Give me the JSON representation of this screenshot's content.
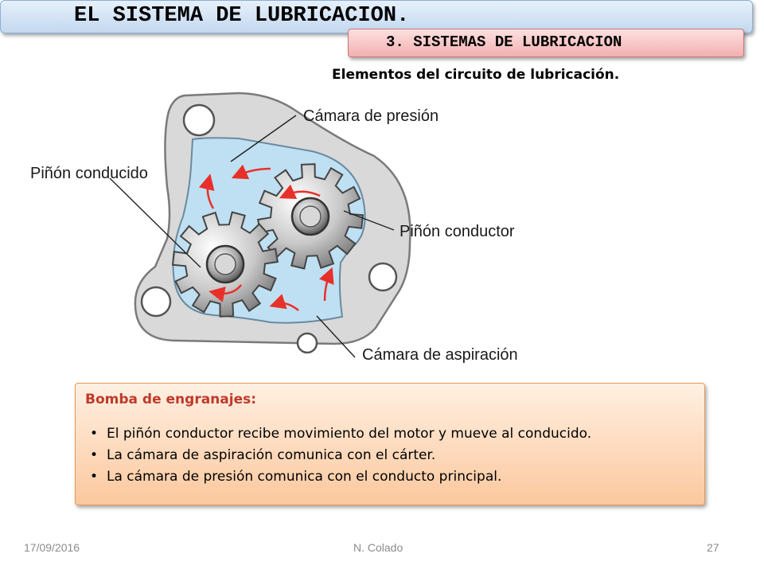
{
  "header": {
    "title": "EL SISTEMA DE LUBRICACION.",
    "subtitle": "3. SISTEMAS DE LUBRICACION"
  },
  "figure": {
    "caption": "Elementos del circuito de lubricación.",
    "labels": {
      "pressure_chamber": "Cámara de presión",
      "driven_gear": "Piñón conducido",
      "drive_gear": "Piñón conductor",
      "suction_chamber": "Cámara de aspiración"
    }
  },
  "info": {
    "title": "Bomba de engranajes:",
    "bullet_symbol": "•",
    "bullets": [
      "El piñón conductor recibe movimiento del motor y mueve al conducido.",
      "La cámara de aspiración comunica con el cárter.",
      "La cámara de presión comunica con el conducto principal."
    ]
  },
  "footer": {
    "date": "17/09/2016",
    "author": "N. Colado",
    "page": "27"
  },
  "colors": {
    "oil": "#bfe0f2",
    "housing": "#d9d9d9",
    "arrow": "#e8302a"
  }
}
